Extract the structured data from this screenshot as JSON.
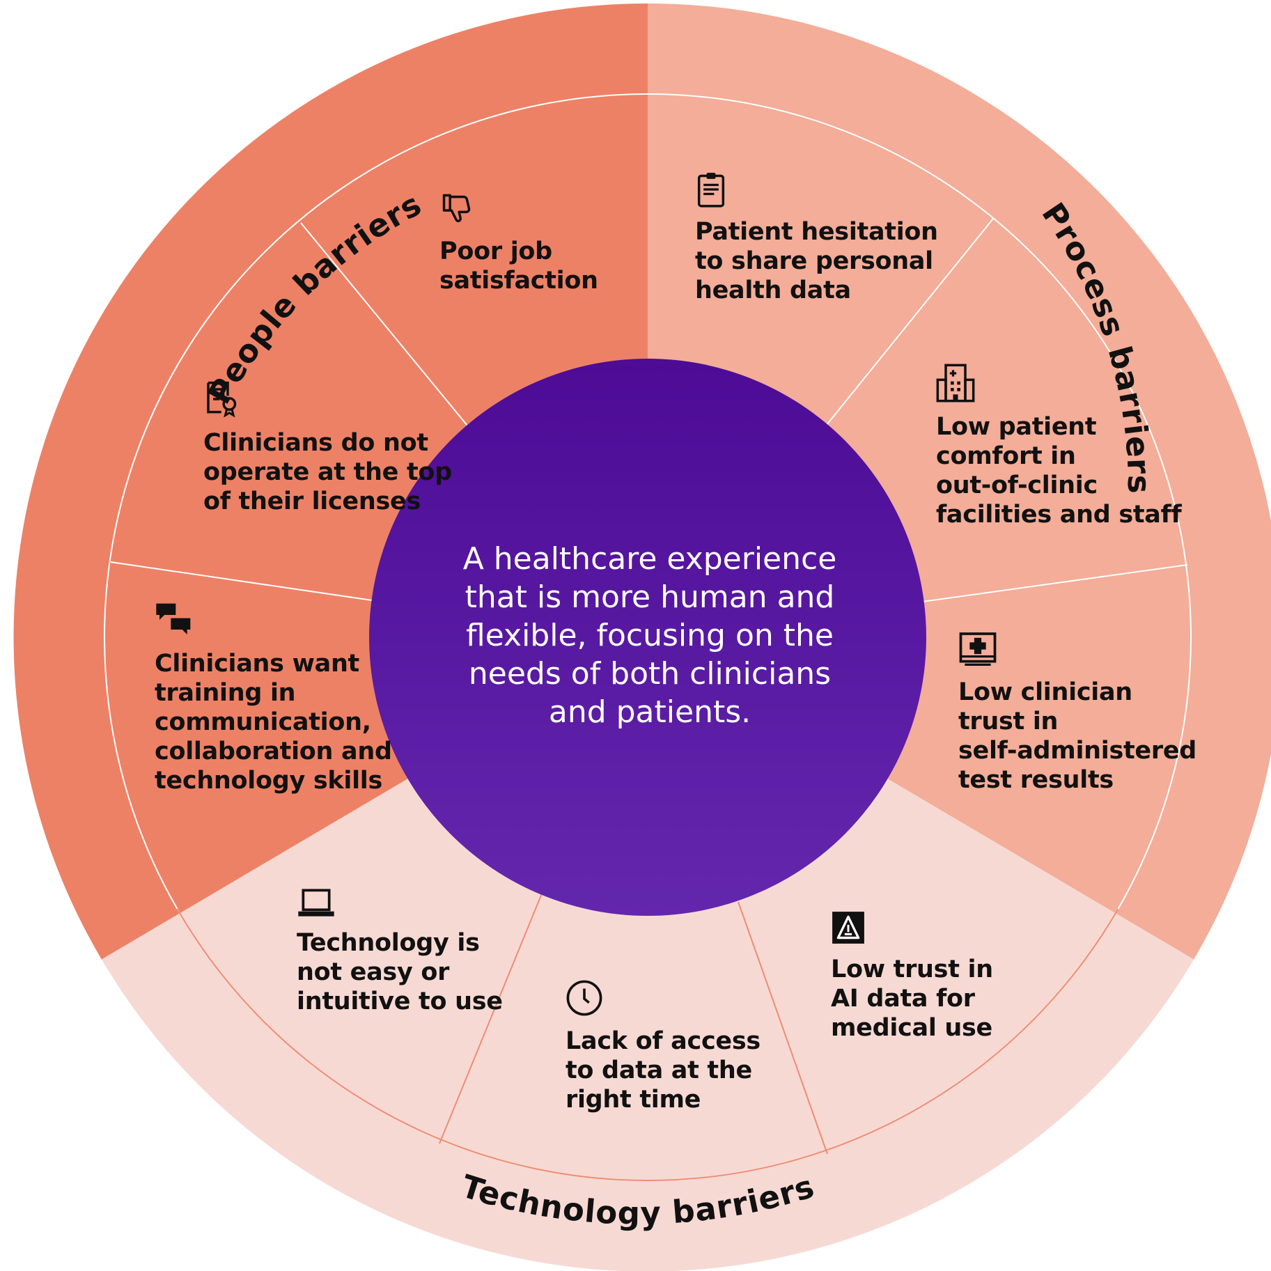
{
  "center": {
    "text": "A healthcare experience\nthat is more human and\nflexible, focusing on the\nneeds of both clinicians\nand patients."
  },
  "sectors": [
    {
      "label": "People barriers",
      "color": "#ed8166",
      "items": [
        {
          "text": "Poor job\nsatisfaction",
          "icon": "thumbs-down-icon"
        },
        {
          "text": "Clinicians do not\noperate at the top\nof their licenses",
          "icon": "certificate-document-icon"
        },
        {
          "text": "Clinicians want\ntraining in\ncommunication,\ncollaboration and\ntechnology skills",
          "icon": "chat-bubbles-icon"
        }
      ]
    },
    {
      "label": "Process barriers",
      "color": "#f3ad98",
      "items": [
        {
          "text": "Patient hesitation\nto share personal\nhealth data",
          "icon": "clipboard-icon"
        },
        {
          "text": "Low patient\ncomfort in\nout-of-clinic\nfacilities and staff",
          "icon": "building-icon"
        },
        {
          "text": "Low clinician\ntrust in\nself-administered\ntest results",
          "icon": "medical-kit-icon"
        }
      ]
    },
    {
      "label": "Technology barriers",
      "color": "#f7d9d3",
      "items": [
        {
          "text": "Technology is\nnot easy or\nintuitive to use",
          "icon": "laptop-icon"
        },
        {
          "text": "Lack of access\nto data at the\nright time",
          "icon": "clock-icon"
        },
        {
          "text": "Low trust in\nAI data for\nmedical use",
          "icon": "ai-warning-icon"
        }
      ]
    }
  ],
  "colors": {
    "center_top": "#4d0b96",
    "center_bottom": "#6327ad",
    "divider": "#ffffff"
  }
}
